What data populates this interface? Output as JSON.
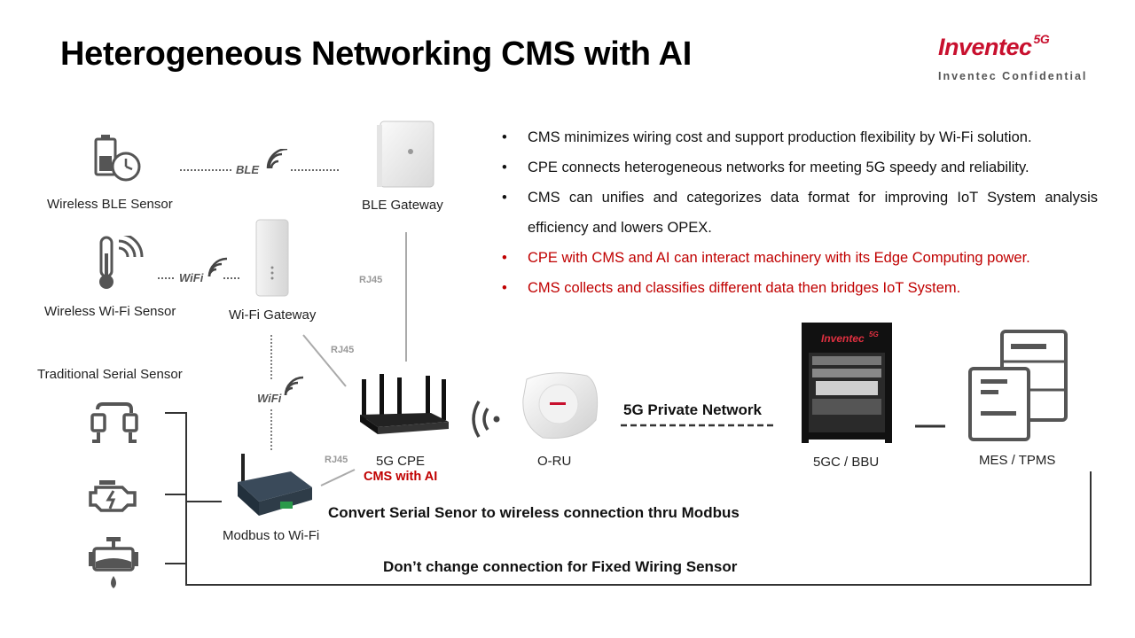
{
  "title": "Heterogeneous Networking CMS with AI",
  "logo": {
    "brand": "Inventec",
    "badge": "5G",
    "confidential": "Inventec Confidential"
  },
  "bullets": [
    {
      "text": "CMS minimizes wiring cost and support production flexibility by Wi-Fi solution.",
      "highlight": false
    },
    {
      "text": "CPE connects heterogeneous networks for meeting 5G speedy and reliability.",
      "highlight": false
    },
    {
      "text": "CMS can unifies and categorizes data format for improving IoT System analysis efficiency and lowers OPEX.",
      "highlight": false
    },
    {
      "text": "CPE with CMS and AI can interact machinery with its Edge Computing power.",
      "highlight": true
    },
    {
      "text": "CMS collects and classifies different data then bridges IoT System.",
      "highlight": true
    }
  ],
  "nodes": {
    "ble_sensor": "Wireless BLE Sensor",
    "ble_gateway": "BLE Gateway",
    "wifi_sensor": "Wireless Wi-Fi Sensor",
    "wifi_gateway": "Wi-Fi Gateway",
    "serial_sensor": "Traditional Serial Sensor",
    "cpe": "5G CPE",
    "cpe_sub": "CMS with AI",
    "oru": "O-RU",
    "bbu": "5GC / BBU",
    "mes": "MES / TPMS",
    "modbus": "Modbus to Wi-Fi"
  },
  "links": {
    "ble": "BLE",
    "wifi_top": "WiFi",
    "wifi_mid": "WiFi",
    "rj45_a": "RJ45",
    "rj45_b": "RJ45",
    "rj45_c": "RJ45",
    "private_network": "5G Private Network"
  },
  "captions": {
    "convert": "Convert Serial Senor to wireless connection thru Modbus",
    "fixed": "Don’t change connection for Fixed Wiring Sensor"
  },
  "colors": {
    "accent": "#c8102e",
    "highlight_text": "#c00000",
    "icon": "#555555",
    "line": "#aaaaaa"
  }
}
